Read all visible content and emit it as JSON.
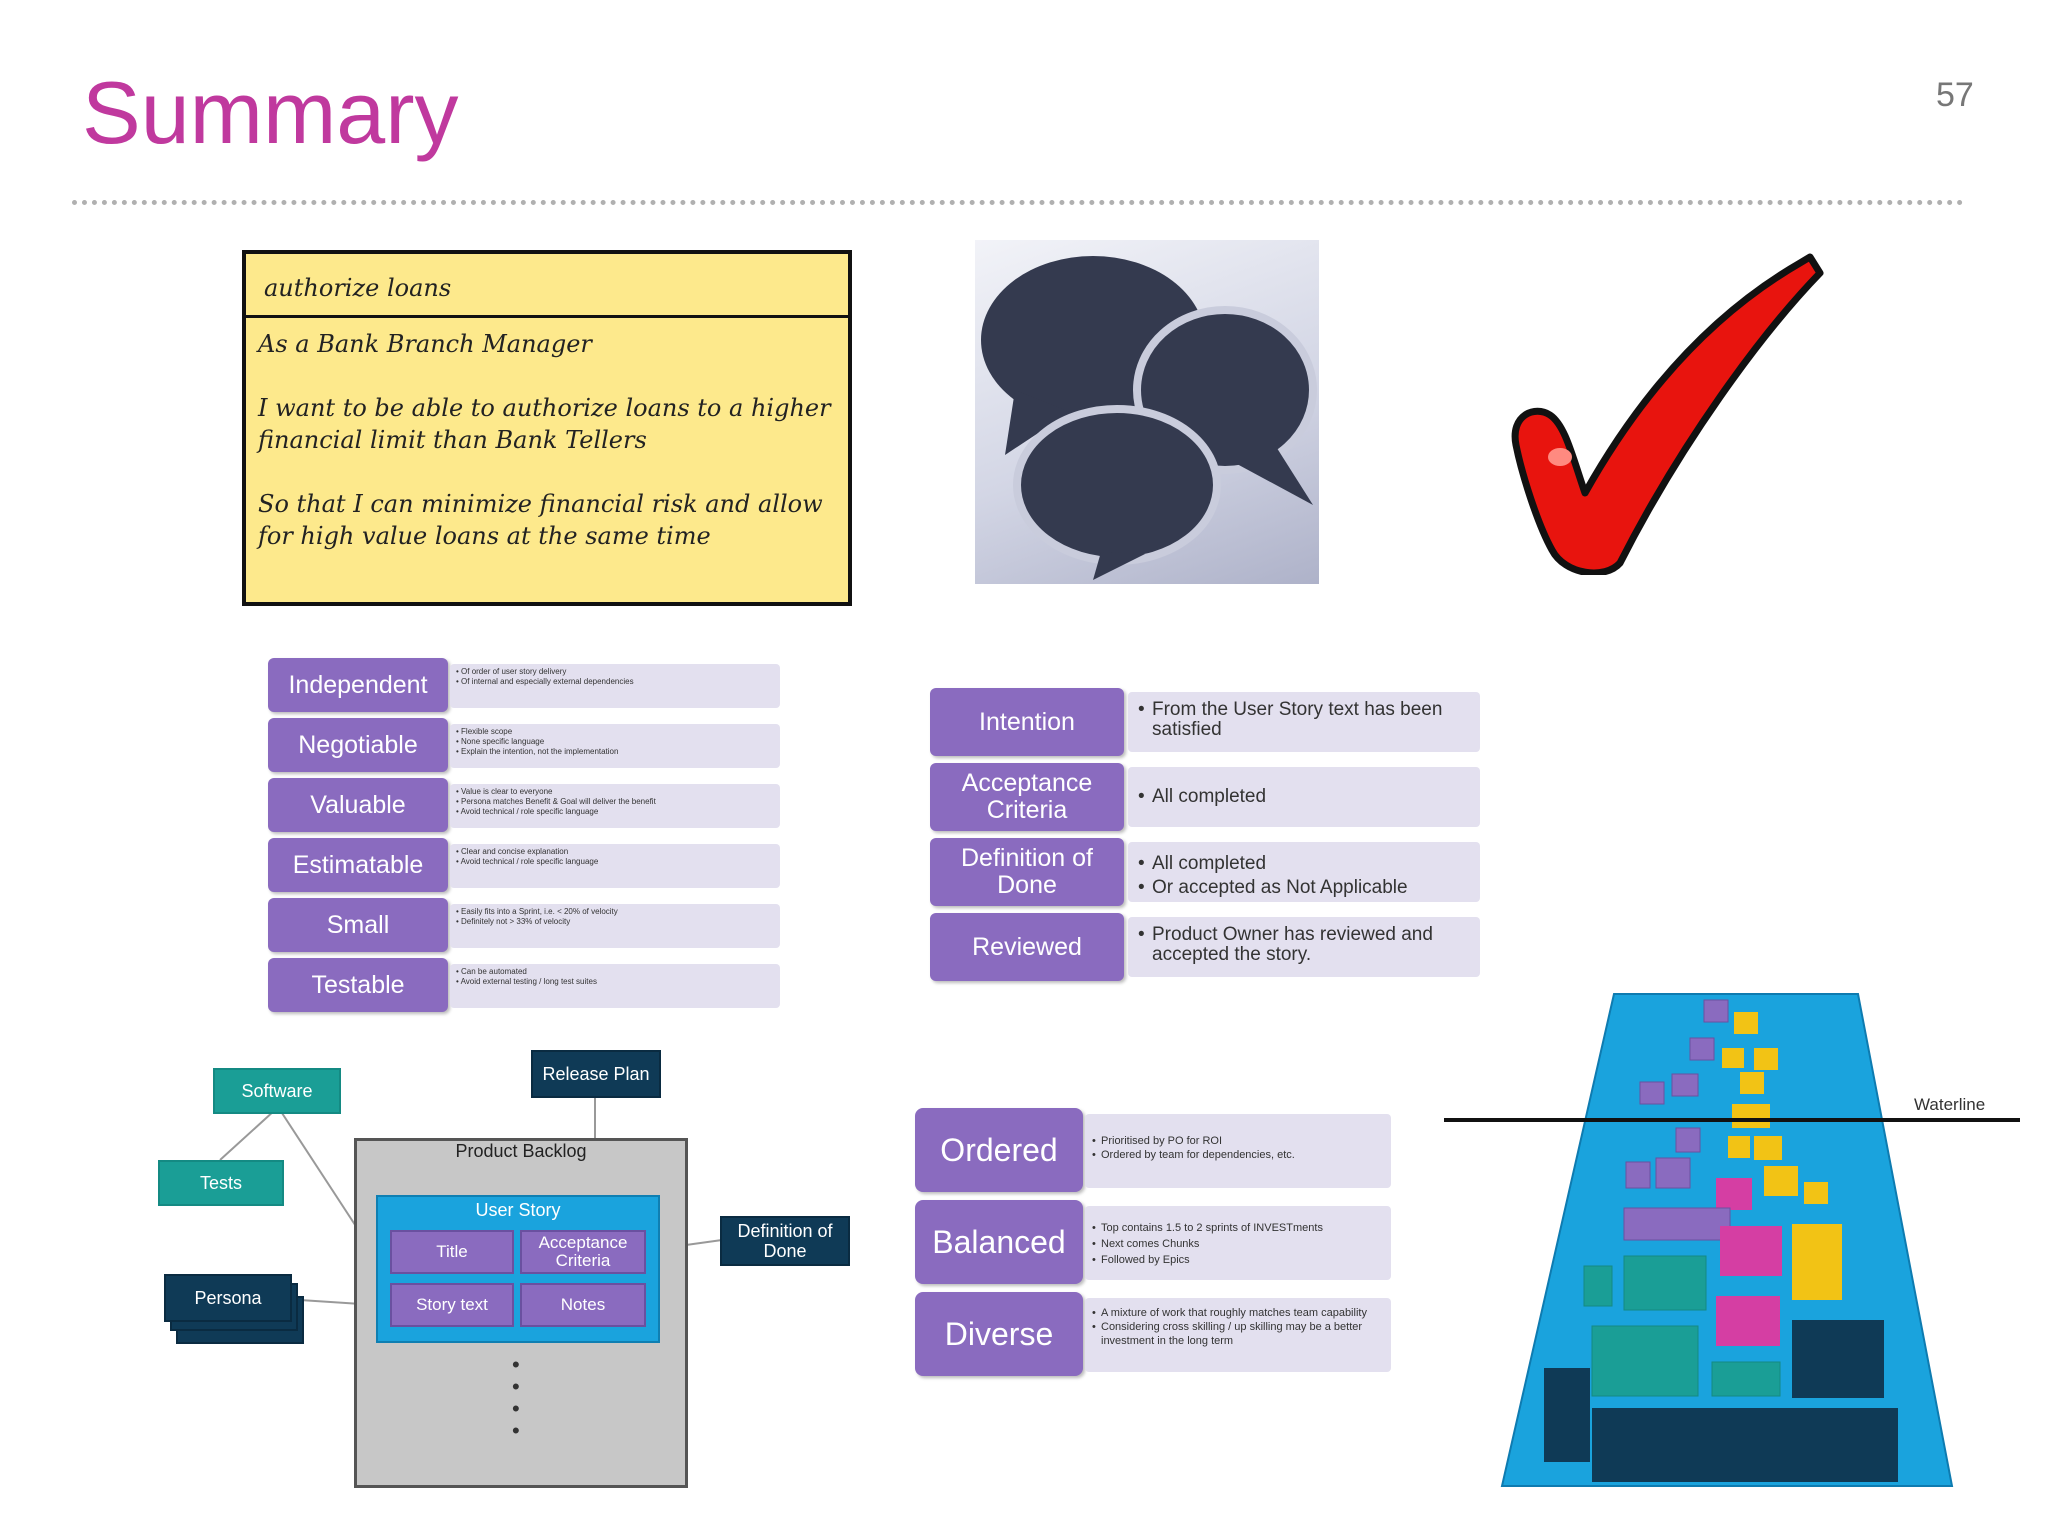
{
  "slide": {
    "title": "Summary",
    "page_number": "57"
  },
  "story_card": {
    "title": "authorize loans",
    "lines": [
      "As a Bank Branch Manager",
      "I want to be able to authorize loans to a higher financial limit than Bank Tellers",
      "So that I can minimize financial risk and allow for high value loans at the same time"
    ]
  },
  "invest": [
    {
      "label": "Independent",
      "notes": [
        "Of order of user story delivery",
        "Of internal and especially external dependencies"
      ]
    },
    {
      "label": "Negotiable",
      "notes": [
        "Flexible scope",
        "None specific language",
        "Explain the intention, not the implementation"
      ]
    },
    {
      "label": "Valuable",
      "notes": [
        "Value is clear to everyone",
        "Persona matches Benefit & Goal will deliver the benefit",
        "Avoid technical / role specific language"
      ]
    },
    {
      "label": "Estimatable",
      "notes": [
        "Clear and concise explanation",
        "Avoid technical / role specific language"
      ]
    },
    {
      "label": "Small",
      "notes": [
        "Easily fits into a Sprint, i.e. < 20% of velocity",
        "Definitely not > 33% of velocity"
      ]
    },
    {
      "label": "Testable",
      "notes": [
        "Can be automated",
        "Avoid external testing / long test suites"
      ]
    }
  ],
  "done": [
    {
      "label": "Intention",
      "notes": [
        "From the User Story text has been satisfied"
      ]
    },
    {
      "label": "Acceptance Criteria",
      "notes": [
        "All completed"
      ]
    },
    {
      "label": "Definition of Done",
      "notes": [
        "All completed",
        "Or accepted as Not Applicable"
      ]
    },
    {
      "label": "Reviewed",
      "notes": [
        "Product Owner has reviewed and accepted the story."
      ]
    }
  ],
  "deep": [
    {
      "label": "Ordered",
      "notes": [
        "Prioritised by PO for ROI",
        "Ordered by team for dependencies, etc."
      ]
    },
    {
      "label": "Balanced",
      "notes": [
        "Top contains 1.5 to 2 sprints of INVESTments",
        "Next comes Chunks",
        "Followed by Epics"
      ]
    },
    {
      "label": "Diverse",
      "notes": [
        "A mixture of work that roughly matches team capability",
        "Considering cross skilling / up skilling may be a better investment in the long term"
      ]
    }
  ],
  "backlog_diagram": {
    "software": "Software",
    "tests": "Tests",
    "persona": "Persona",
    "release_plan": "Release Plan",
    "product_backlog": "Product Backlog",
    "user_story": "User Story",
    "title": "Title",
    "acceptance_criteria": "Acceptance Criteria",
    "story_text": "Story text",
    "notes": "Notes",
    "definition_of_done": "Definition of Done"
  },
  "pyramid": {
    "waterline": "Waterline"
  },
  "colors": {
    "title": "#c0399e",
    "purple": "#8a6bbf",
    "lavender": "#e3e0ef",
    "teal": "#1a9e96",
    "navy": "#0f3a56",
    "blue": "#1aa3dd",
    "note_yellow": "#fde98c",
    "check_red": "#e8140e"
  },
  "icons": [
    "speech-bubbles-icon",
    "check-mark-icon"
  ]
}
